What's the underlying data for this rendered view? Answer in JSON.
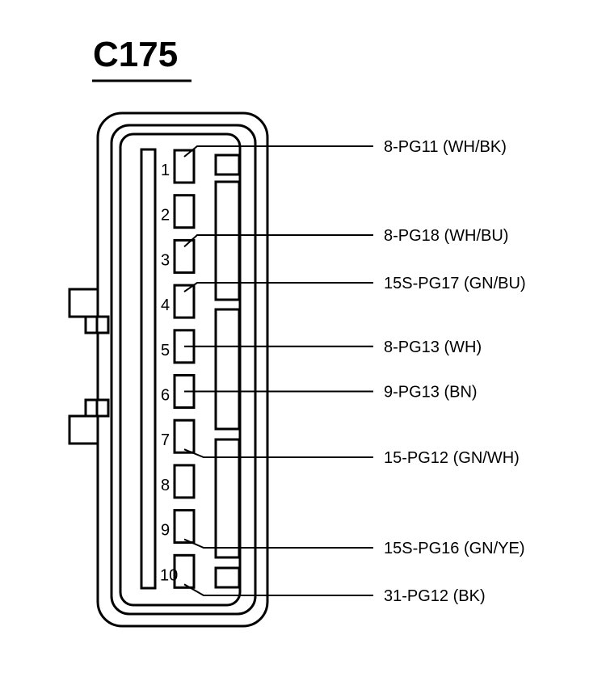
{
  "title": "C175",
  "pins": [
    {
      "number": "1"
    },
    {
      "number": "2"
    },
    {
      "number": "3"
    },
    {
      "number": "4"
    },
    {
      "number": "5"
    },
    {
      "number": "6"
    },
    {
      "number": "7"
    },
    {
      "number": "8"
    },
    {
      "number": "9"
    },
    {
      "number": "10"
    }
  ],
  "wires": [
    {
      "pin": "1",
      "label": "8-PG11 (WH/BK)"
    },
    {
      "pin": "3",
      "label": "8-PG18 (WH/BU)"
    },
    {
      "pin": "4",
      "label": "15S-PG17 (GN/BU)"
    },
    {
      "pin": "5",
      "label": "8-PG13 (WH)"
    },
    {
      "pin": "6",
      "label": "9-PG13 (BN)"
    },
    {
      "pin": "7",
      "label": "15-PG12 (GN/WH)"
    },
    {
      "pin": "9",
      "label": "15S-PG16 (GN/YE)"
    },
    {
      "pin": "10",
      "label": "31-PG12 (BK)"
    }
  ],
  "colors": {
    "line": "#000000",
    "background": "#ffffff"
  }
}
